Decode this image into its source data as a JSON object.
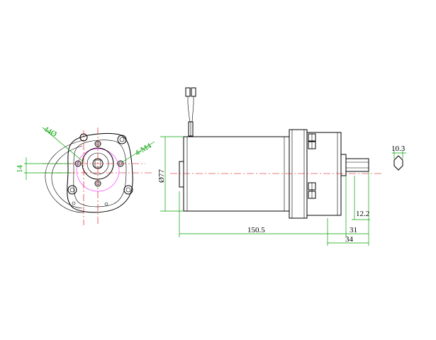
{
  "dimensions": {
    "body_diameter": "Ø77",
    "bolt_circle": "44Ø",
    "mount_holes": "4-M4",
    "offset": "14",
    "body_length": "150.5",
    "gearbox_length": "31",
    "shaft_length": "34",
    "shaft_flat": "12.2",
    "hex_size": "10.3"
  },
  "colors": {
    "outline": "#000000",
    "dimension": "#00a000",
    "centerline": "#d00000",
    "marker": "#ff3cff"
  }
}
